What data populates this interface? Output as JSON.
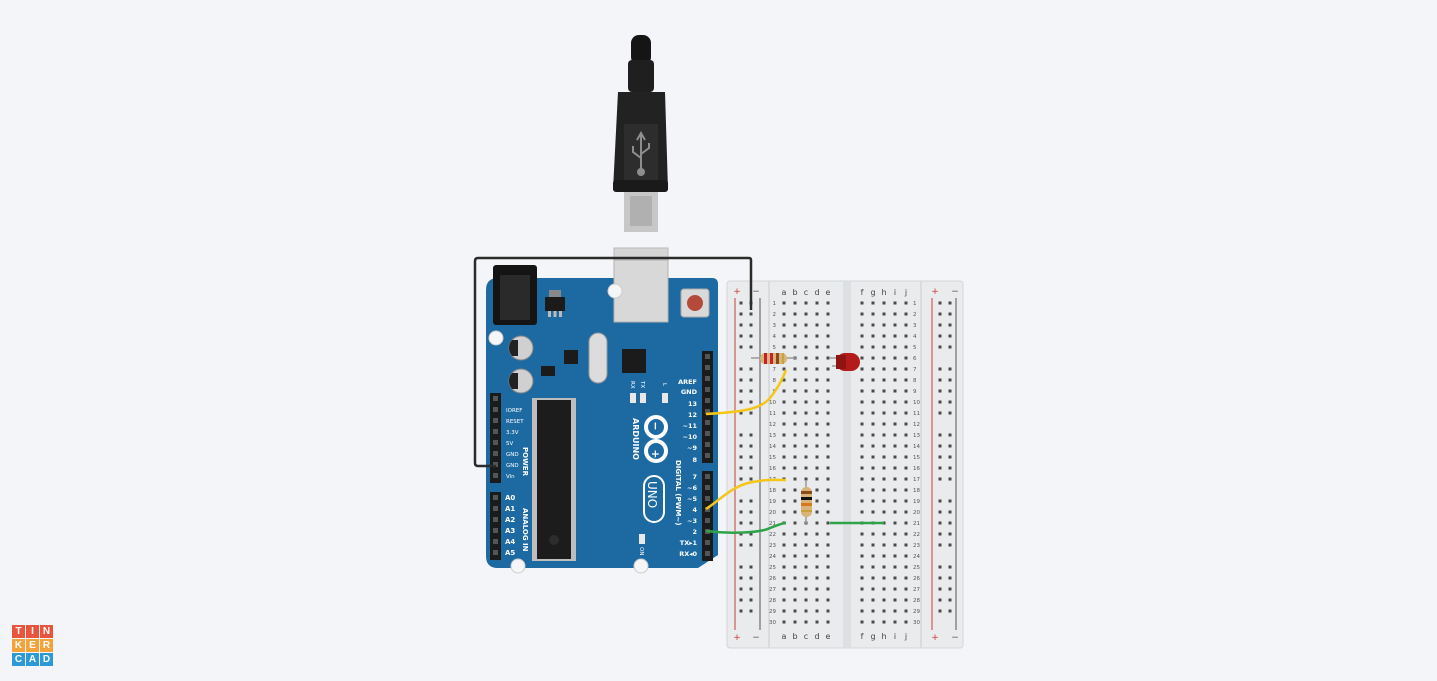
{
  "colors": {
    "background": "#f3f5f8",
    "board": "#1d6aa3",
    "board_dark": "#14507d",
    "breadboard": "#e9ebec",
    "rail_red": "#cc3c3c",
    "rail_blue": "#555555",
    "wire_yellow": "#f5c518",
    "wire_green": "#2fa34a",
    "wire_black": "#2b2b2b",
    "led_red": "#b31b1b"
  },
  "arduino": {
    "brand": "ARDUINO",
    "model": "UNO",
    "power_section": "POWER",
    "analog_section": "ANALOG IN",
    "digital_section": "DIGITAL (PWM~)",
    "on_label": "ON",
    "tx_label": "TX",
    "rx_label": "RX",
    "l_label": "L",
    "power_pins": [
      "IOREF",
      "RESET",
      "3.3V",
      "5V",
      "GND",
      "GND",
      "Vin"
    ],
    "analog_pins": [
      "A0",
      "A1",
      "A2",
      "A3",
      "A4",
      "A5"
    ],
    "digital_top_pins": [
      "AREF",
      "GND",
      "13",
      "12",
      "~11",
      "~10",
      "~9",
      "8"
    ],
    "digital_bottom_pins": [
      "7",
      "~6",
      "~5",
      "4",
      "~3",
      "2",
      "TX▸1",
      "RX◂0"
    ]
  },
  "breadboard": {
    "left_columns": [
      "a",
      "b",
      "c",
      "d",
      "e"
    ],
    "right_columns": [
      "f",
      "g",
      "h",
      "i",
      "j"
    ],
    "rows": [
      "1",
      "2",
      "3",
      "4",
      "5",
      "6",
      "7",
      "8",
      "9",
      "10",
      "11",
      "12",
      "13",
      "14",
      "15",
      "16",
      "17",
      "18",
      "19",
      "20",
      "21",
      "22",
      "23",
      "24",
      "25",
      "26",
      "27",
      "28",
      "29",
      "30"
    ],
    "plus": "+",
    "minus": "−"
  },
  "components": [
    {
      "type": "usb-cable",
      "icon": "usb-icon"
    },
    {
      "type": "resistor",
      "row": "6"
    },
    {
      "type": "led",
      "color": "red",
      "row": "6"
    },
    {
      "type": "resistor",
      "row": "18"
    },
    {
      "type": "wire",
      "color": "yellow",
      "from": "12",
      "to": "7"
    },
    {
      "type": "wire",
      "color": "yellow",
      "from": "4",
      "to": "17"
    },
    {
      "type": "wire",
      "color": "green",
      "from": "2",
      "to": "21"
    },
    {
      "type": "wire",
      "color": "black",
      "from": "GND",
      "to": "GND"
    }
  ],
  "logo": {
    "letters": [
      "T",
      "I",
      "N",
      "K",
      "E",
      "R",
      "C",
      "A",
      "D"
    ],
    "colors": [
      "#e8543c",
      "#e8543c",
      "#e8543c",
      "#f2a33a",
      "#f2a33a",
      "#f2a33a",
      "#2d9ad8",
      "#2d9ad8",
      "#2d9ad8"
    ]
  }
}
